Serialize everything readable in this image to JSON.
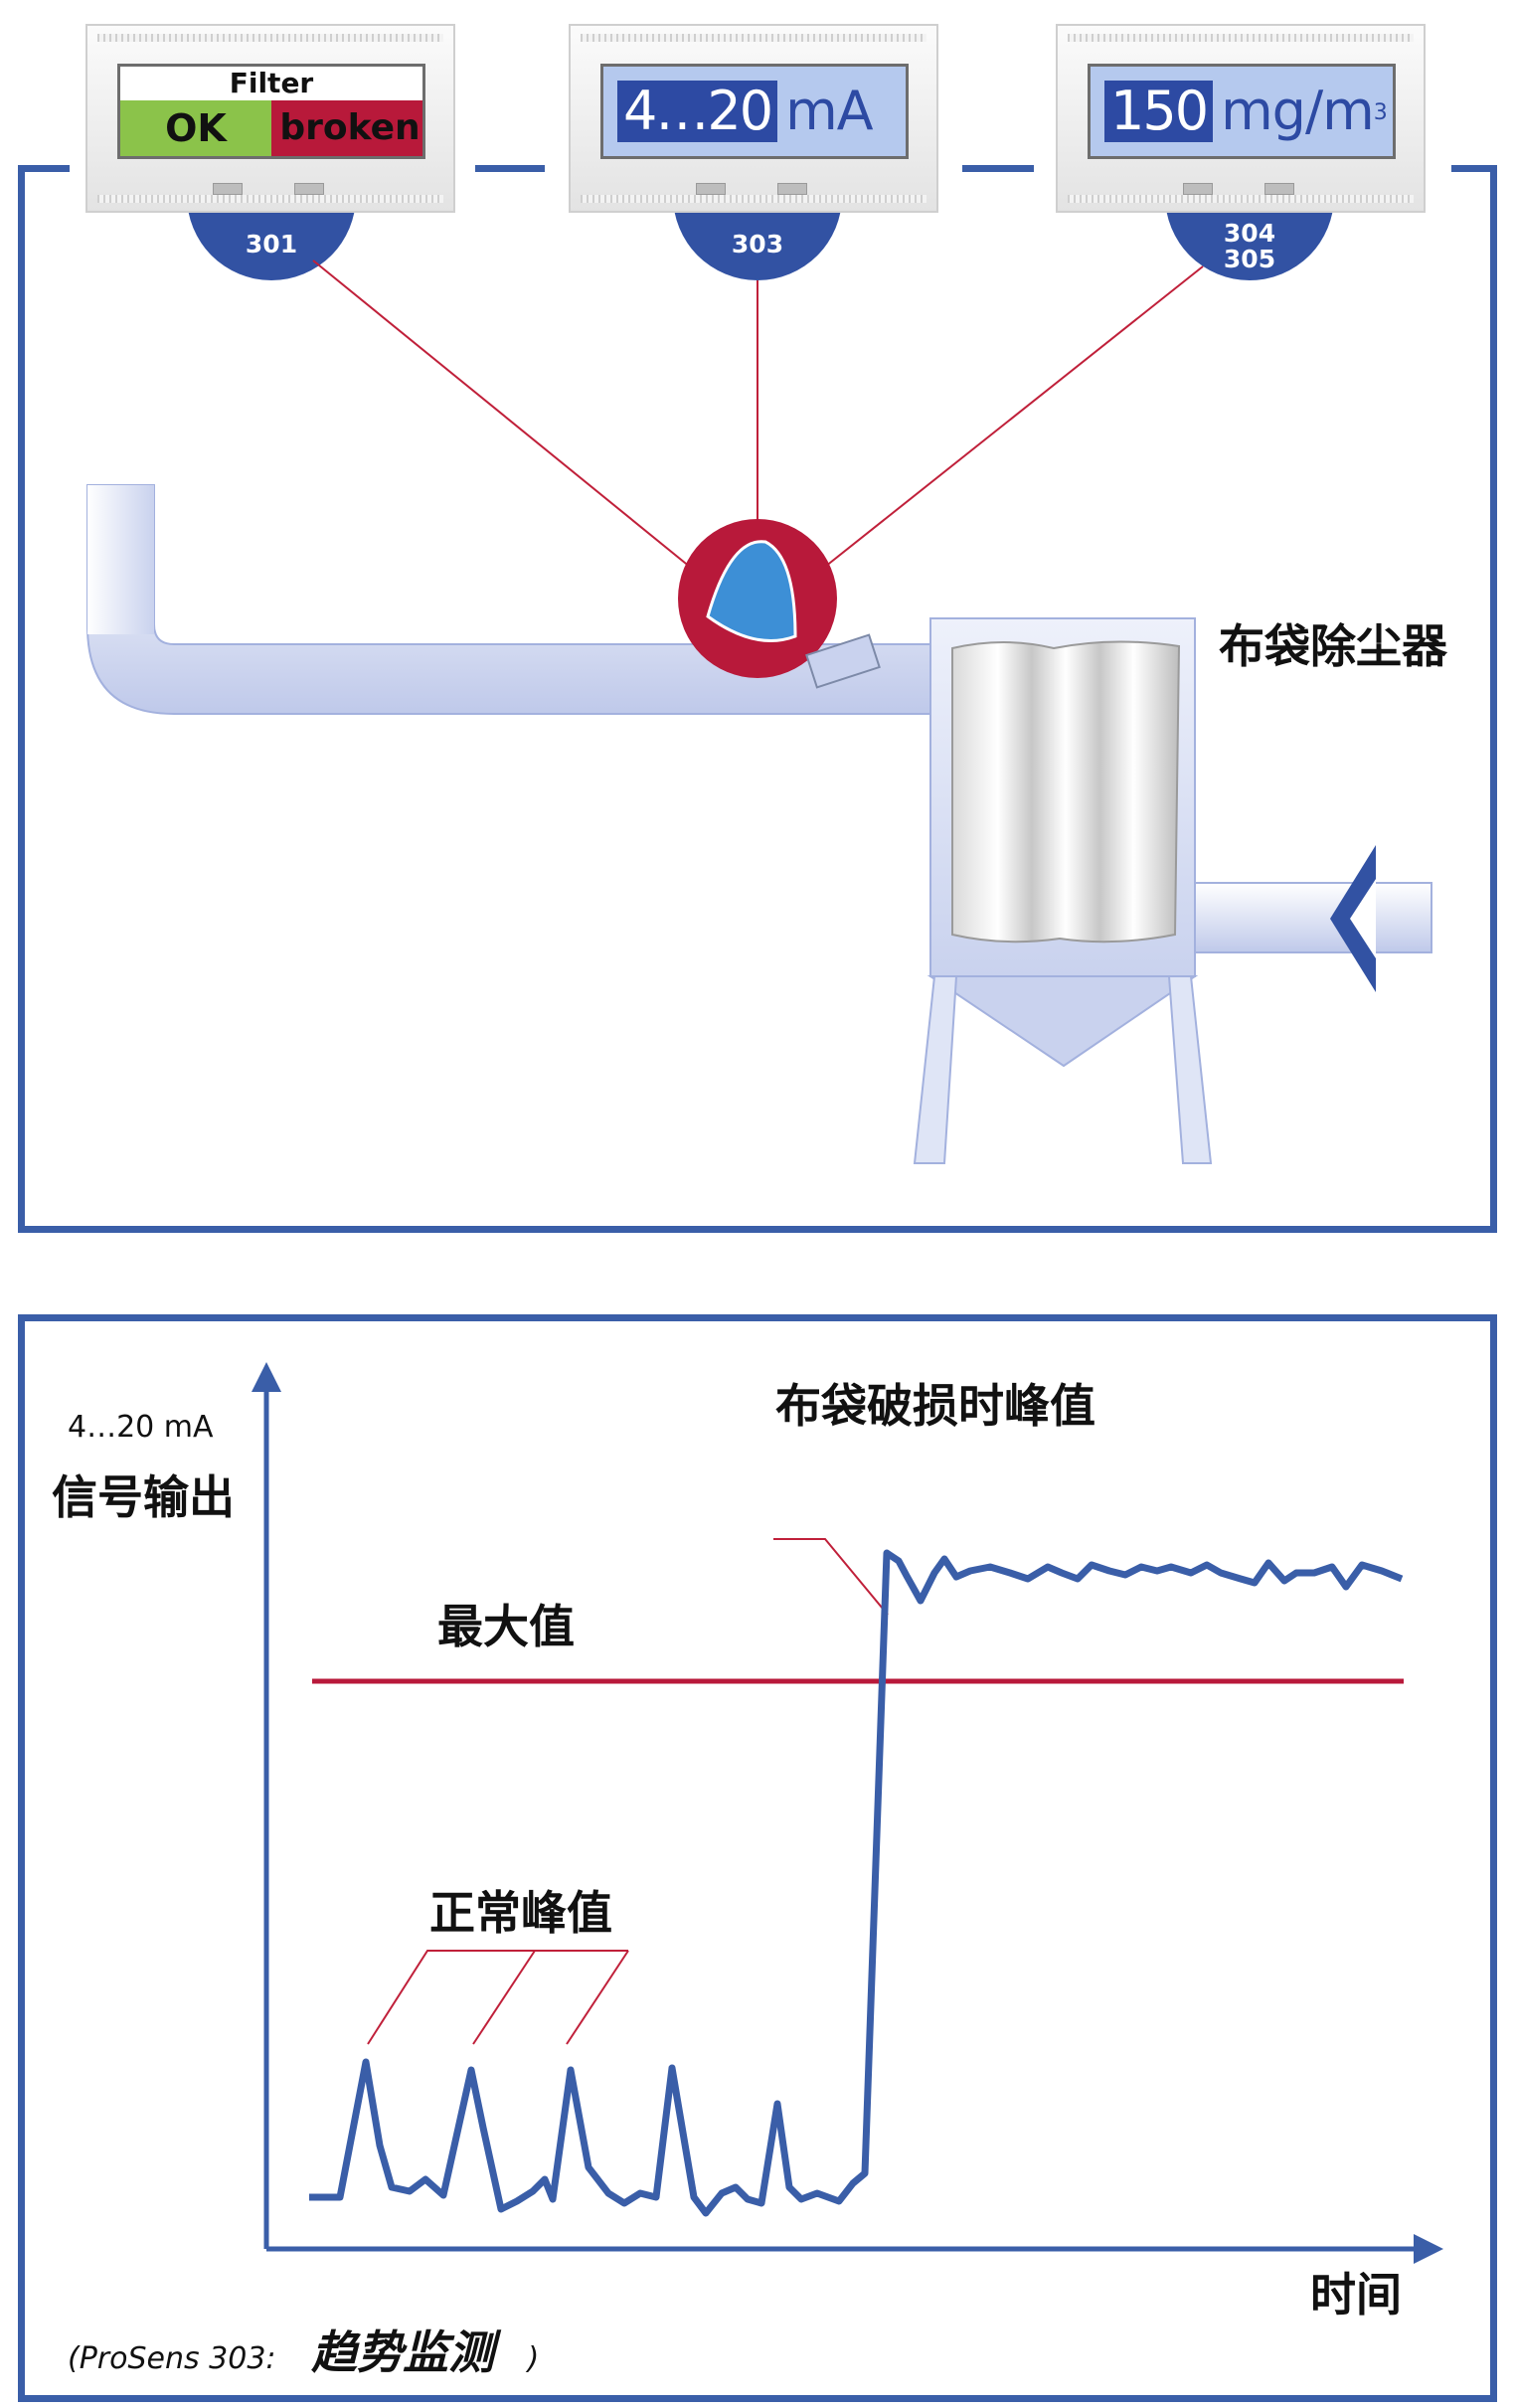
{
  "displays": {
    "d301": {
      "title": "Filter",
      "ok": "OK",
      "broken": "broken",
      "badge": "301",
      "ok_color": "#8bc34a",
      "broken_color": "#b8193a"
    },
    "d303": {
      "value": "4…20",
      "unit": "mA",
      "badge": "303"
    },
    "d304": {
      "value": "150",
      "unit": "mg/m",
      "unit_sup": "3",
      "badge_line1": "304",
      "badge_line2": "305"
    }
  },
  "diagram": {
    "baghouse_label": "布袋除尘器"
  },
  "trend": {
    "y_unit": "4…20 mA",
    "y_label": "信号输出",
    "x_label": "时间",
    "peak_broken_label": "布袋破损时峰值",
    "max_label": "最大值",
    "normal_peak_label": "正常峰值",
    "caption_prefix": "(ProSens 303:",
    "caption_main": "趋势监测",
    "caption_suffix": ")"
  },
  "colors": {
    "frame": "#3a5ea8",
    "signal": "#3a5ea8",
    "max_line": "#b8193a",
    "leader": "#c0203a",
    "badge": "#3252a3"
  }
}
